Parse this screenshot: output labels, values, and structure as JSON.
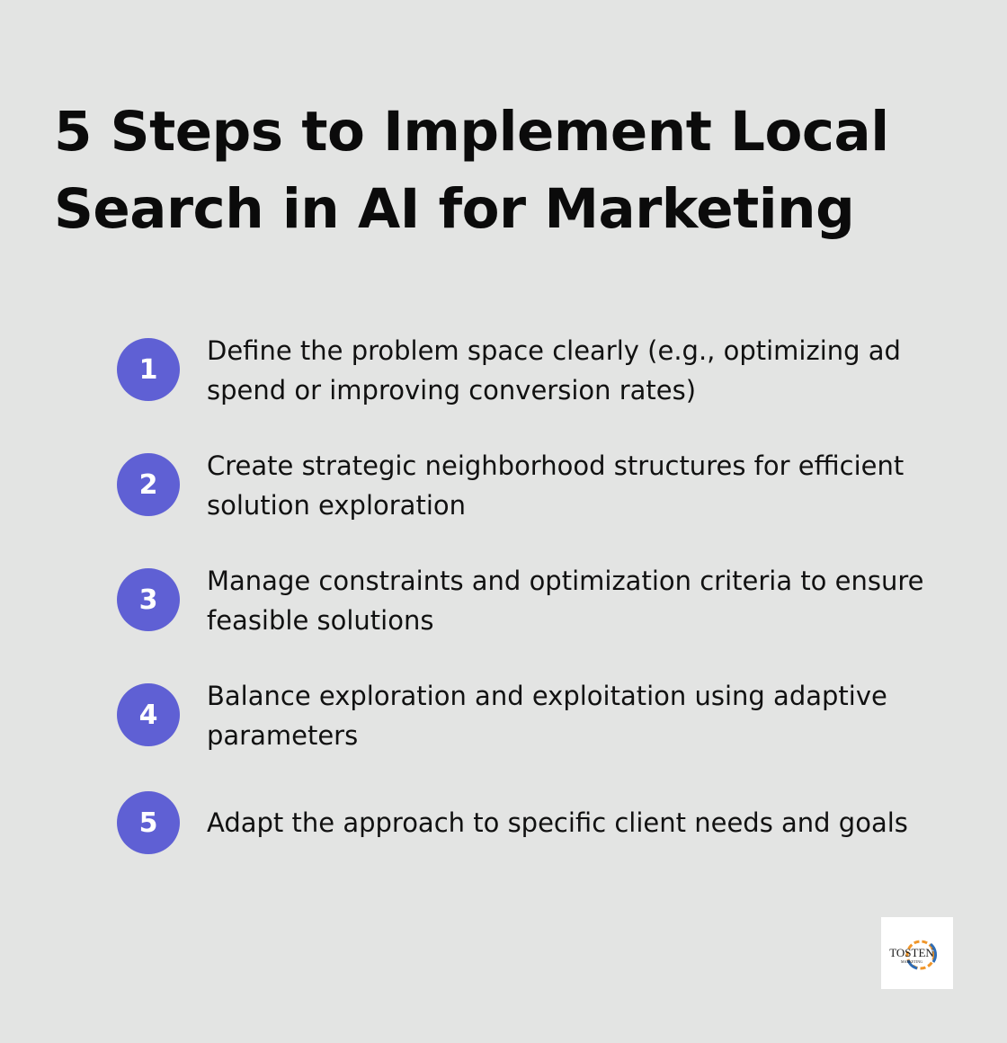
{
  "title": "5 Steps to Implement Local Search in AI for Marketing",
  "steps": [
    {
      "number": "1",
      "text": "Define the problem space clearly (e.g., optimizing ad spend or improving conversion rates)"
    },
    {
      "number": "2",
      "text": "Create strategic neighborhood structures for efficient solution exploration"
    },
    {
      "number": "3",
      "text": "Manage constraints and optimization criteria to ensure feasible solutions"
    },
    {
      "number": "4",
      "text": "Balance exploration and exploitation using adaptive parameters"
    },
    {
      "number": "5",
      "text": "Adapt the approach to specific client needs and goals"
    }
  ],
  "logo": {
    "name": "TOSTEN",
    "tagline": "MARKETING"
  },
  "colors": {
    "background": "#e3e4e3",
    "accent": "#5f60d4",
    "text": "#111111"
  }
}
